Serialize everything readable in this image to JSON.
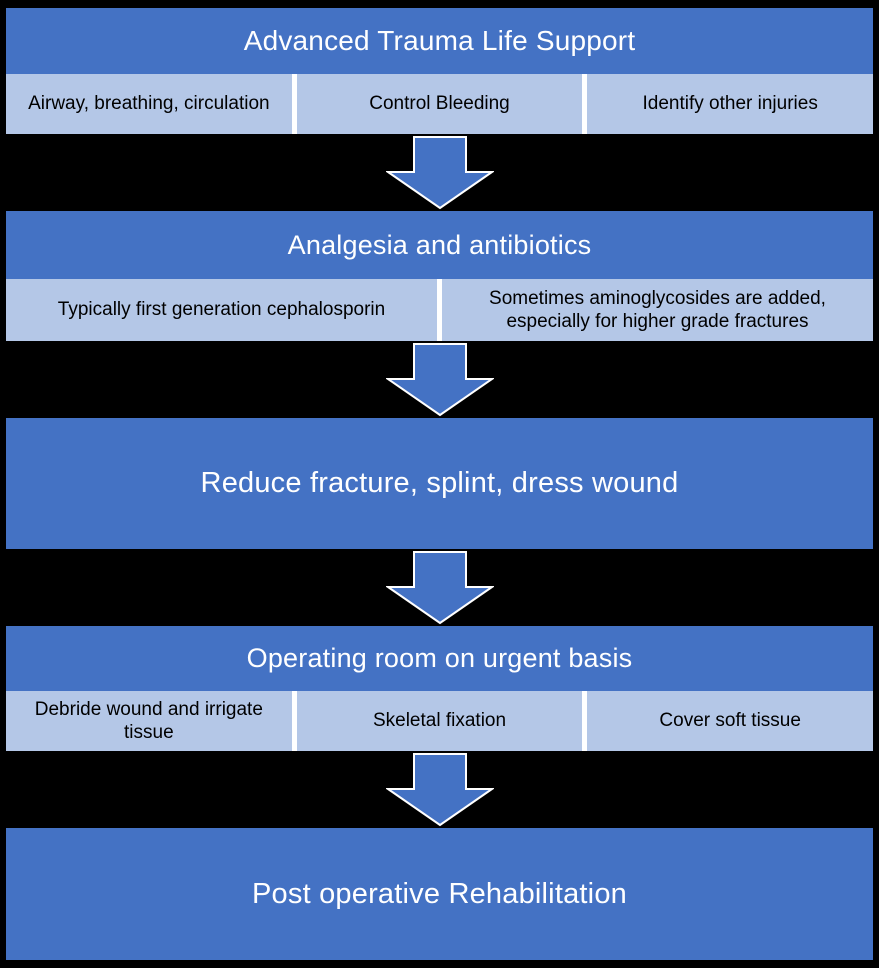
{
  "colors": {
    "step_blue": "#4472C4",
    "item_light_blue": "#B4C7E7",
    "background": "#000000",
    "step_text_color": "#FFFFFF",
    "item_text_color": "#000000",
    "arrow_fill": "#4472C4",
    "arrow_outline": "#FFFFFF"
  },
  "steps": [
    {
      "title": "Advanced Trauma Life Support",
      "items": [
        "Airway, breathing, circulation",
        "Control Bleeding",
        "Identify other injuries"
      ]
    },
    {
      "title": "Analgesia and antibiotics",
      "items": [
        "Typically first generation cephalosporin",
        "Sometimes aminoglycosides are added, especially for higher grade fractures"
      ]
    },
    {
      "title": "Reduce fracture, splint, dress wound",
      "items": []
    },
    {
      "title": "Operating room on urgent basis",
      "items": [
        "Debride wound and irrigate tissue",
        "Skeletal fixation",
        "Cover soft tissue"
      ]
    },
    {
      "title": "Post operative Rehabilitation",
      "items": []
    }
  ]
}
